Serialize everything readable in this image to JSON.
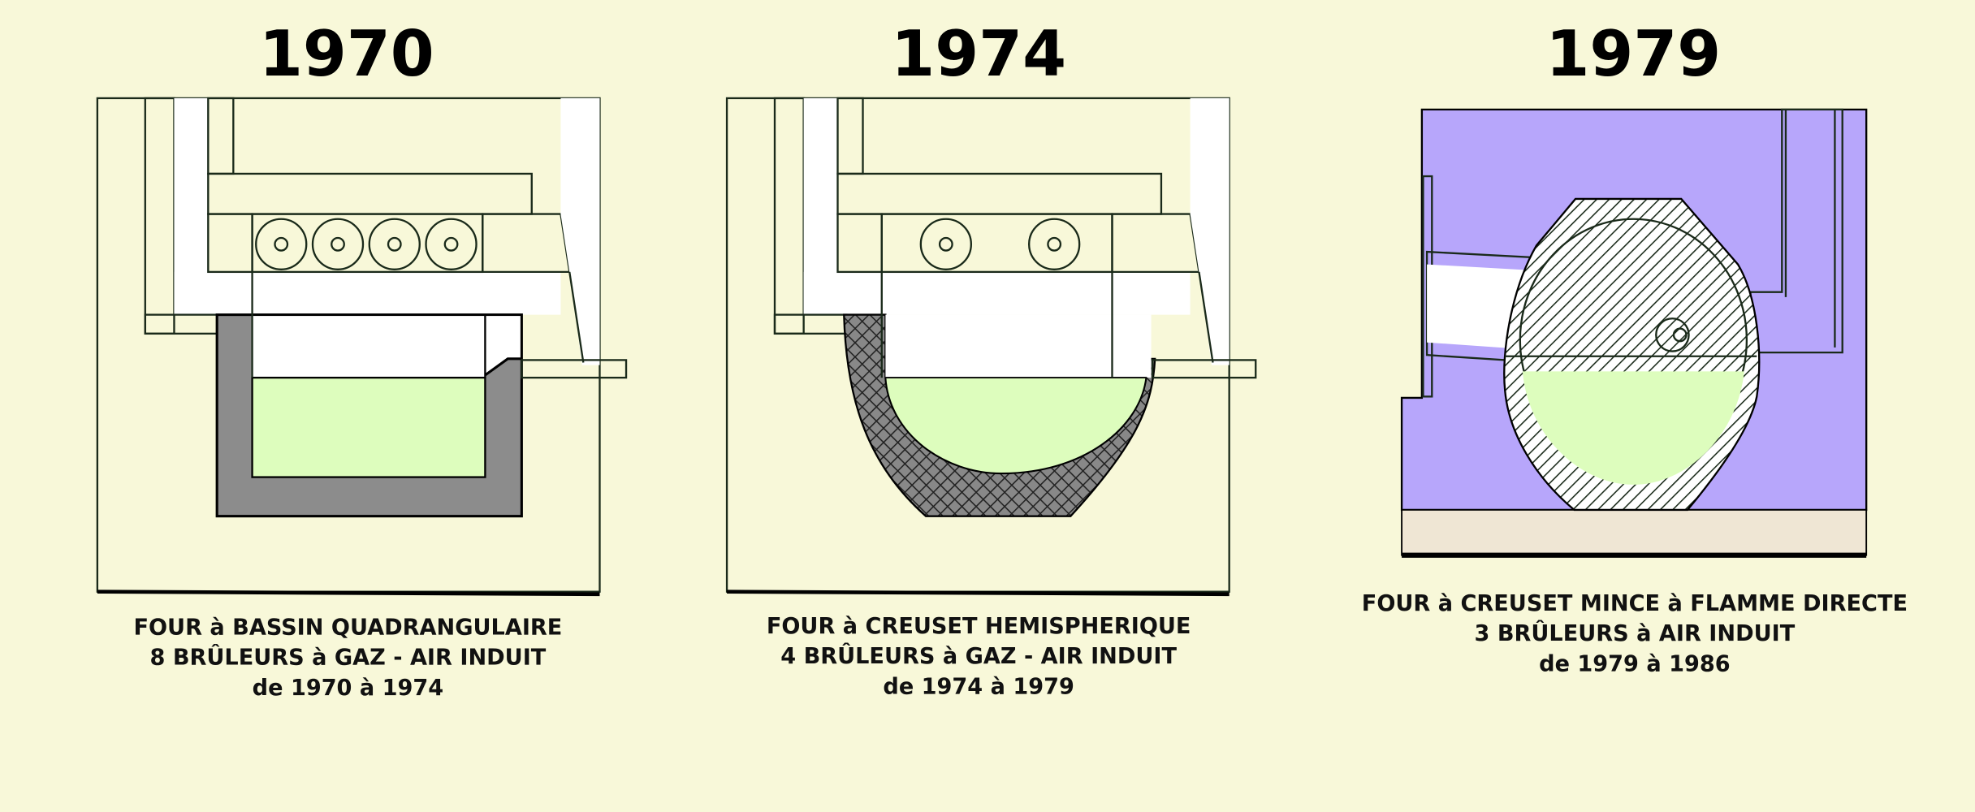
{
  "colors": {
    "background": "#f8f8d9",
    "concrete": "#efe6d4",
    "glass_melt": "#ddfdbd",
    "refractory_gray": "#8c8c8c",
    "insulation_purple": "#b7a6fb"
  },
  "panels": [
    {
      "year": "1970",
      "caption": [
        "FOUR à BASSIN QUADRANGULAIRE",
        "8 BRÛLEURS à GAZ - AIR INDUIT",
        "de 1970 à 1974"
      ]
    },
    {
      "year": "1974",
      "caption": [
        "FOUR à CREUSET HEMISPHERIQUE",
        "4 BRÛLEURS à GAZ - AIR INDUIT",
        "de 1974 à 1979"
      ]
    },
    {
      "year": "1979",
      "caption": [
        "FOUR à CREUSET MINCE à FLAMME DIRECTE",
        "3 BRÛLEURS à AIR INDUIT",
        "de 1979 à 1986"
      ]
    }
  ]
}
